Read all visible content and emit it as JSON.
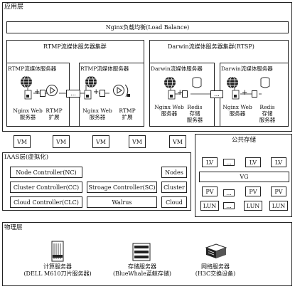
{
  "app_layer": {
    "title": "应用层",
    "nginx_lb": "Nginx负载均衡(Load Balance)",
    "rtmp_cluster": {
      "title": "RTMP流媒体服务器集群",
      "server_title": "RTMP流媒体服务器",
      "nginx_label": [
        "Nginx Web",
        "服务器"
      ],
      "rtmp_label": [
        "RTMP",
        "扩展"
      ],
      "ellipsis": "..."
    },
    "darwin_cluster": {
      "title": "Darwin流媒体服务器集群(RTSP)",
      "server_title": "Darwin流媒体服务器",
      "nginx_label": [
        "Nginx Web",
        "服务器"
      ],
      "redis_label": [
        "Redis",
        "存储",
        "服务器"
      ],
      "ellipsis": "..."
    }
  },
  "vm_row": [
    "VM",
    "VM",
    "VM",
    "VM",
    "VM"
  ],
  "iaas_layer": {
    "title": "IAAS层(虚拟化)",
    "controllers": {
      "node": "Node Controller(NC)",
      "cluster": "Cluster Controller(CC)",
      "storage": "Stroage Controller(SC)",
      "cloud": "Cloud Controller(CLC)",
      "walrus": "Walrus"
    },
    "right_labels": [
      "Nodes",
      "Cluster",
      "Cloud"
    ]
  },
  "public_storage": {
    "title": "公共存储",
    "lv": [
      "LV",
      "...",
      "LV",
      "LV"
    ],
    "vg": "VG",
    "pv": [
      "PV",
      "...",
      "PV",
      "PV"
    ],
    "lun": [
      "LUN",
      "...",
      "LUN",
      "LUN"
    ]
  },
  "physical_layer": {
    "title": "物理层",
    "compute": [
      "计算服务器",
      "(DELL M610刀片服务器)"
    ],
    "storage": [
      "存储服务器",
      "(BlueWhale蓝鲸存储)"
    ],
    "network": [
      "网络服务器",
      "(H3C交换设备)"
    ]
  }
}
